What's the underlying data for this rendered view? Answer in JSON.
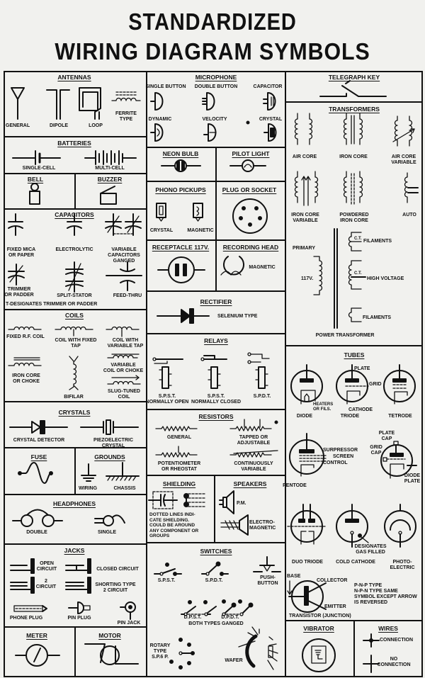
{
  "title": {
    "line1": "STANDARDIZED",
    "line2": "WIRING DIAGRAM SYMBOLS"
  },
  "sections": {
    "antennas": {
      "title": "ANTENNAS",
      "labels": [
        "GENERAL",
        "DIPOLE",
        "LOOP",
        "FERRITE\nTYPE"
      ]
    },
    "batteries": {
      "title": "BATTERIES",
      "labels": [
        "SINGLE-CELL",
        "MULTI-CELL"
      ]
    },
    "bell": {
      "title": "BELL"
    },
    "buzzer": {
      "title": "BUZZER"
    },
    "capacitors": {
      "title": "CAPACITORS",
      "labels": [
        "FIXED MICA\nOR PAPER",
        "ELECTROLYTIC",
        "VARIABLE\nCAPACITORS\nGANGED",
        "TRIMMER\nOR PADDER",
        "SPLIT-STATOR",
        "FEED-THRU",
        "T-DESIGNATES  TRIMMER OR PADDER"
      ]
    },
    "coils": {
      "title": "COILS",
      "labels": [
        "FIXED R.F. COIL",
        "COIL WITH FIXED\nTAP",
        "COIL WITH\nVARIABLE TAP",
        "IRON CORE\nOR CHOKE",
        "BIFILAR",
        "VARIABLE\nCOIL OR CHOKE",
        "SLUG-TUNED\nCOIL"
      ]
    },
    "crystals": {
      "title": "CRYSTALS",
      "labels": [
        "CRYSTAL DETECTOR",
        "PIEZOELECTRIC\nCRYSTAL"
      ]
    },
    "fuse": {
      "title": "FUSE"
    },
    "grounds": {
      "title": "GROUNDS",
      "labels": [
        "WIRING",
        "CHASSIS"
      ]
    },
    "headphones": {
      "title": "HEADPHONES",
      "labels": [
        "DOUBLE",
        "SINGLE"
      ]
    },
    "jacks": {
      "title": "JACKS",
      "labels": [
        "OPEN\nCIRCUIT",
        "CLOSED CIRCUIT",
        "2\nCIRCUIT",
        "SHORTING TYPE\n2 CIRCUIT",
        "PHONE PLUG",
        "PIN PLUG",
        "PIN JACK"
      ]
    },
    "meter": {
      "title": "METER"
    },
    "motor": {
      "title": "MOTOR"
    },
    "microphone": {
      "title": "MICROPHONE",
      "labels": [
        "SINGLE BUTTON",
        "DOUBLE BUTTON",
        "CAPACITOR",
        "DYNAMIC",
        "VELOCITY",
        "CRYSTAL"
      ]
    },
    "neon_bulb": {
      "title": "NEON BULB"
    },
    "pilot_light": {
      "title": "PILOT LIGHT"
    },
    "phono_pickups": {
      "title": "PHONO PICKUPS",
      "labels": [
        "CRYSTAL",
        "MAGNETIC"
      ]
    },
    "plug_socket": {
      "title": "PLUG OR SOCKET"
    },
    "receptacle": {
      "title": "RECEPTACLE 117V."
    },
    "recording_head": {
      "title": "RECORDING HEAD",
      "labels": [
        "MAGNETIC"
      ]
    },
    "rectifier": {
      "title": "RECTIFIER",
      "labels": [
        "SELENIUM TYPE"
      ]
    },
    "relays": {
      "title": "RELAYS",
      "labels": [
        "S.P.S.T.\nNORMALLY OPEN",
        "S.P.S.T.\nNORMALLY CLOSED",
        "S.P.D.T."
      ]
    },
    "resistors": {
      "title": "RESISTORS",
      "labels": [
        "GENERAL",
        "TAPPED OR\nADJUSTABLE",
        "POTENTIOMETER\nOR RHEOSTAT",
        "CONTINUOUSLY\nVARIABLE"
      ]
    },
    "shielding": {
      "title": "SHIELDING",
      "labels": [
        "DOTTED LINES INDI-\nCATE SHIELDING.\nCOULD BE AROUND\nANY COMPONENT OR\nGROUPS"
      ]
    },
    "speakers": {
      "title": "SPEAKERS",
      "labels": [
        "P.M.",
        "ELECTRO-\nMAGNETIC"
      ]
    },
    "switches": {
      "title": "SWITCHES",
      "labels": [
        "S.P.S.T.",
        "S.P.D.T.",
        "PUSH-\nBUTTON",
        "D.P.S.T.",
        "D.P.D.T.",
        "BOTH TYPES GANGED",
        "ROTARY\nTYPE\nS.P.6 P.",
        "WAFER"
      ]
    },
    "telegraph_key": {
      "title": "TELEGRAPH KEY"
    },
    "transformers": {
      "title": "TRANSFORMERS",
      "labels": [
        "AIR CORE",
        "IRON CORE",
        "AIR CORE\nVARIABLE",
        "IRON CORE\nVARIABLE",
        "POWDERED\nIRON CORE",
        "AUTO",
        "C.T.",
        "FILAMENTS",
        "PRIMARY",
        "117V.",
        "C.T.",
        "HIGH VOLTAGE",
        "FILAMENTS",
        "POWER TRANSFORMER"
      ]
    },
    "tubes": {
      "title": "TUBES",
      "labels": [
        "PLATE",
        "GRID",
        "HEATERS\nOR FILS.",
        "CATHODE",
        "DIODE",
        "TRIODE",
        "TETRODE",
        "SURPRESSOR",
        "SCREEN",
        "CONTROL",
        "PENTODE",
        "PLATE\nCAP",
        "GRID\nCAP",
        "DIODE\nPLATE",
        "DUO TRIODE",
        "COLD CATHODE",
        "PHOTO-\nELECTRIC",
        "DESIGNATES\nGAS FILLED"
      ]
    },
    "transistor": {
      "labels": [
        "BASE",
        "COLLECTOR",
        "EMITTER",
        "P-N-P TYPE\nN-P-N TYPE SAME\nSYMBOL EXCEPT ARROW\nIS REVERSED",
        "TRANSISTOR (JUNCTION)"
      ]
    },
    "vibrator": {
      "title": "VIBRATOR"
    },
    "wires": {
      "title": "WIRES",
      "labels": [
        "CONNECTION",
        "NO\nCONNECTION"
      ]
    }
  }
}
